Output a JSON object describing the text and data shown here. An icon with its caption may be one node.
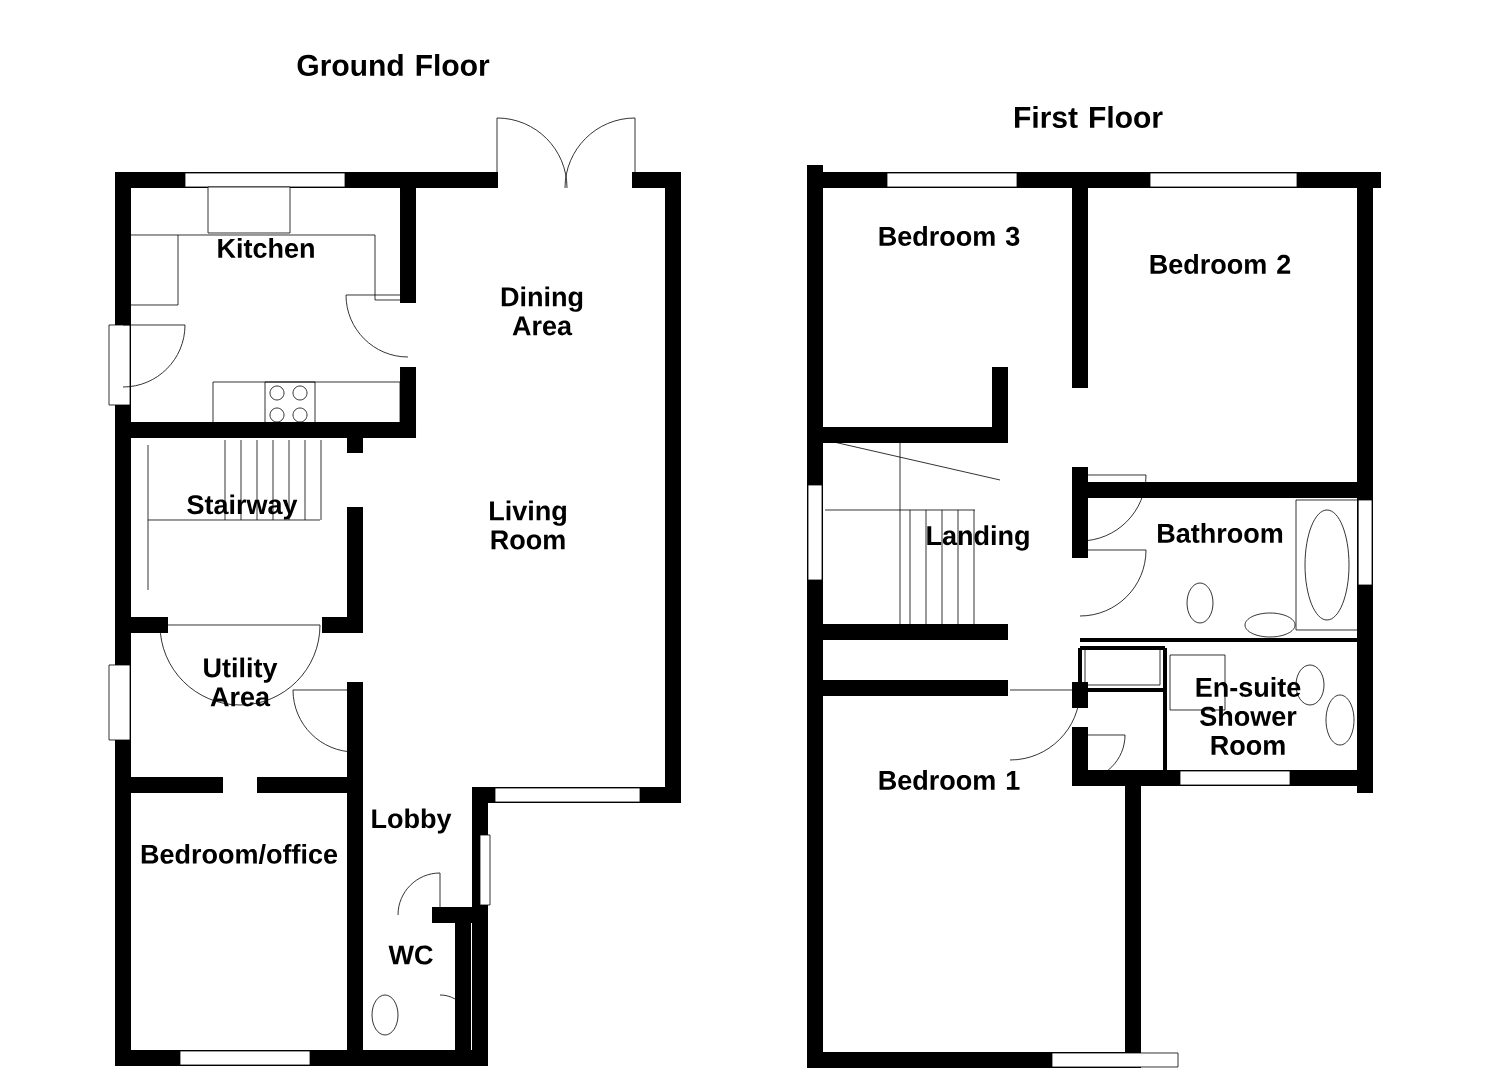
{
  "diagram": {
    "labels": [
      "Ground Floor",
      "First Floor",
      "Kitchen",
      "Dining Area",
      "Stairway",
      "Living Room",
      "Utility Area",
      "Lobby",
      "Bedroom/office",
      "WC",
      "Bedroom 3",
      "Bedroom 2",
      "Landing",
      "Bathroom",
      "En-suite Shower Room",
      "Bedroom 1"
    ]
  }
}
